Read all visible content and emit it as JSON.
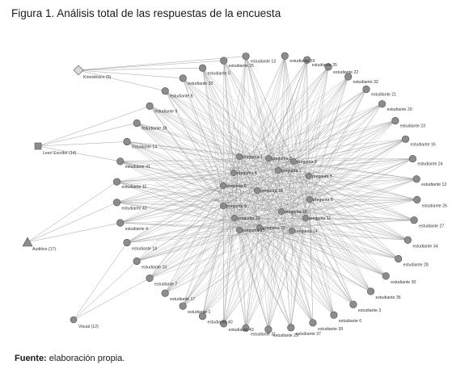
{
  "figure": {
    "title": "Figura 1. Análisis total de las respuestas de la encuesta",
    "source_label": "Fuente:",
    "source_text": " elaboración propia."
  },
  "colors": {
    "edge": "#8a8a8a",
    "node_fill": "#8c8c8c",
    "node_stroke": "#555555",
    "style_fill": "#bfbfbf"
  },
  "style_nodes": [
    {
      "id": "kin",
      "label": "Kinestésico (5)",
      "shape": "diamond",
      "degree": 5
    },
    {
      "id": "lee",
      "label": "Leer/ Escribir (14)",
      "shape": "square",
      "degree": 14
    },
    {
      "id": "aud",
      "label": "Auditivo (17)",
      "shape": "triangle",
      "degree": 17
    },
    {
      "id": "vis",
      "label": "Visual (12)",
      "shape": "circle",
      "degree": 12
    }
  ],
  "student_nodes": [
    {
      "id": "e19",
      "label": "estudiante 19"
    },
    {
      "id": "e35",
      "label": "estudiante 35"
    },
    {
      "id": "e22",
      "label": "estudiante 22"
    },
    {
      "id": "e32",
      "label": "estudiante 32"
    },
    {
      "id": "e21",
      "label": "estudiante 21"
    },
    {
      "id": "e20",
      "label": "estudiante 20"
    },
    {
      "id": "e23",
      "label": "estudiante 23"
    },
    {
      "id": "e16",
      "label": "estudiante 16"
    },
    {
      "id": "e24",
      "label": "estudiante 24"
    },
    {
      "id": "e12",
      "label": "estudiante 12"
    },
    {
      "id": "e26",
      "label": "estudiante 26"
    },
    {
      "id": "e27",
      "label": "estudiante 27"
    },
    {
      "id": "e34",
      "label": "estudiante 34"
    },
    {
      "id": "e28",
      "label": "estudiante 28"
    },
    {
      "id": "e30",
      "label": "estudiante 30"
    },
    {
      "id": "e36",
      "label": "estudiante 36"
    },
    {
      "id": "e3",
      "label": "estudiante 3"
    },
    {
      "id": "e6",
      "label": "estudiante 6"
    },
    {
      "id": "e39",
      "label": "estudiante 39"
    },
    {
      "id": "e37",
      "label": "estudiante 37"
    },
    {
      "id": "e29",
      "label": "estudiante 29"
    },
    {
      "id": "e31",
      "label": "estudiante 31"
    },
    {
      "id": "e43",
      "label": "estudiante 43"
    },
    {
      "id": "e40",
      "label": "estudiante 40"
    },
    {
      "id": "e1",
      "label": "estudiante 1"
    },
    {
      "id": "e17",
      "label": "estudiante 17"
    },
    {
      "id": "e7",
      "label": "estudiante 7"
    },
    {
      "id": "e10",
      "label": "estudiante 10"
    },
    {
      "id": "e18",
      "label": "estudiante 18"
    },
    {
      "id": "e4",
      "label": "estudiante 4"
    },
    {
      "id": "e42",
      "label": "estudiante 42"
    },
    {
      "id": "e11",
      "label": "estudiante 11"
    },
    {
      "id": "e41",
      "label": "estudiante 41"
    },
    {
      "id": "e14",
      "label": "estudiante 14"
    },
    {
      "id": "e38",
      "label": "estudiante 38"
    },
    {
      "id": "e9",
      "label": "estudiante 9"
    },
    {
      "id": "e8",
      "label": "estudiante 8"
    },
    {
      "id": "e33",
      "label": "estudiante 33"
    },
    {
      "id": "e5",
      "label": "estudiante 5"
    },
    {
      "id": "e25",
      "label": "estudiante 25"
    },
    {
      "id": "e13",
      "label": "estudiante 13"
    }
  ],
  "question_nodes": [
    {
      "id": "p1",
      "label": "pregunta 1"
    },
    {
      "id": "p2",
      "label": "pregunta 2"
    },
    {
      "id": "p3",
      "label": "pregunta 3"
    },
    {
      "id": "p4",
      "label": "pregunta 4"
    },
    {
      "id": "p5",
      "label": "pregunta 5"
    },
    {
      "id": "p6",
      "label": "pregunta 6"
    },
    {
      "id": "p7",
      "label": "pregunta 7"
    },
    {
      "id": "p8",
      "label": "pregunta 8"
    },
    {
      "id": "p9",
      "label": "pregunta 9"
    },
    {
      "id": "p10",
      "label": "pregunta 10"
    },
    {
      "id": "p11",
      "label": "pregunta 11"
    },
    {
      "id": "p12",
      "label": "pregunta 12"
    },
    {
      "id": "p13",
      "label": "pregunta 13"
    },
    {
      "id": "p14",
      "label": "pregunta 14"
    },
    {
      "id": "p15",
      "label": "pregunta 15"
    },
    {
      "id": "p16",
      "label": "pregunta 16"
    }
  ],
  "style_edges": {
    "kin": [
      "e8",
      "e33",
      "e5",
      "e25",
      "e13"
    ],
    "lee": [
      "e38",
      "e14",
      "e9",
      "e41"
    ],
    "aud": [
      "e42",
      "e11",
      "e4"
    ],
    "vis": [
      "e10",
      "e18",
      "e7"
    ]
  }
}
